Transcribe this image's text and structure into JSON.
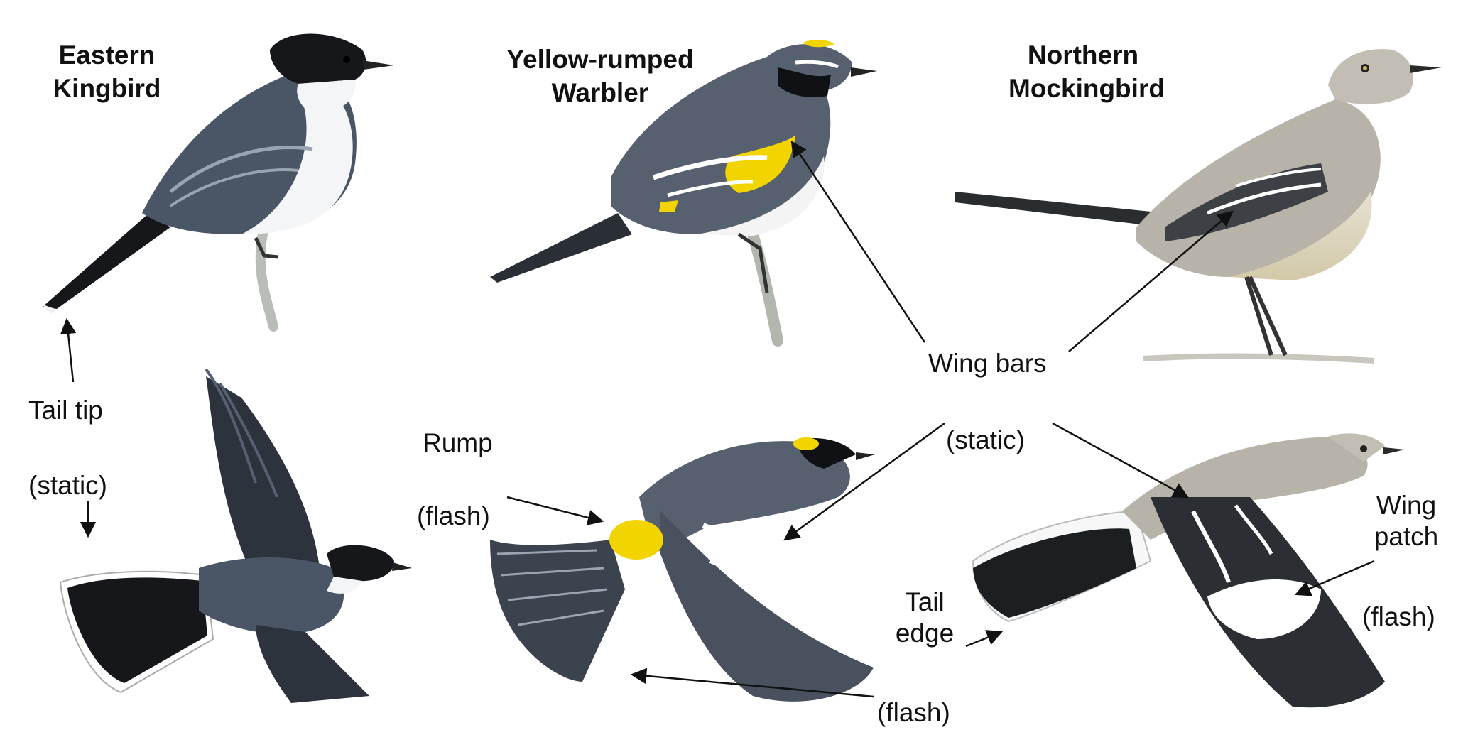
{
  "species": {
    "kingbird": {
      "name_line1": "Eastern",
      "name_line2": "Kingbird"
    },
    "warbler": {
      "name_line1": "Yellow-rumped",
      "name_line2": "Warbler"
    },
    "mockingbird": {
      "name_line1": "Northern",
      "name_line2": "Mockingbird"
    }
  },
  "labels": {
    "tail_tip": "Tail tip",
    "static_left": "(static)",
    "rump": "Rump",
    "flash_rump": "(flash)",
    "wing_bars": "Wing bars",
    "static_center": "(static)",
    "tail_edge_line1": "Tail",
    "tail_edge_line2": "edge",
    "flash_bottom": "(flash)",
    "wing_patch_line1": "Wing",
    "wing_patch_line2": "patch",
    "flash_right": "(flash)"
  },
  "colors": {
    "ink": "#111111",
    "kingbird_back": "#4a5566",
    "kingbird_black": "#15171b",
    "warbler_gray": "#56606e",
    "warbler_yellow": "#f2d400",
    "mock_gray": "#b8b3a8",
    "mock_belly": "#ddd6bf",
    "white_mark": "#ffffff"
  }
}
